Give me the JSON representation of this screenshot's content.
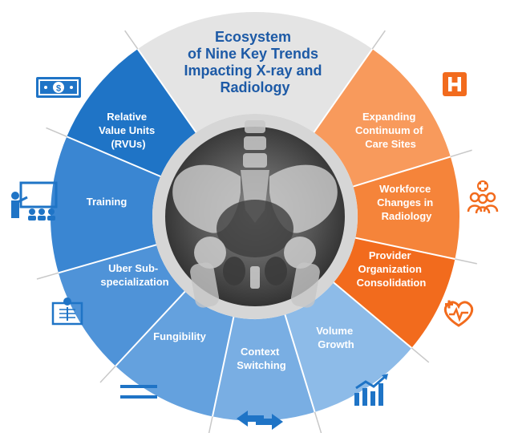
{
  "title": [
    "Ecosystem",
    "of Nine Key Trends",
    "Impacting X-ray and",
    "Radiology"
  ],
  "segments": [
    {
      "id": "rvu",
      "label": [
        "Relative",
        "Value Units",
        "(RVUs)"
      ],
      "color": "#1f74c6",
      "group": "blue"
    },
    {
      "id": "training",
      "label": [
        "Training"
      ],
      "color": "#3a86d2",
      "group": "blue"
    },
    {
      "id": "uber",
      "label": [
        "Uber Sub-",
        "specialization"
      ],
      "color": "#4f93d8",
      "group": "blue"
    },
    {
      "id": "fungibility",
      "label": [
        "Fungibility"
      ],
      "color": "#64a1de",
      "group": "blue"
    },
    {
      "id": "context",
      "label": [
        "Context",
        "Switching"
      ],
      "color": "#79aee3",
      "group": "blue"
    },
    {
      "id": "volume",
      "label": [
        "Volume",
        "Growth"
      ],
      "color": "#8dbbe8",
      "group": "blue"
    },
    {
      "id": "provider",
      "label": [
        "Provider",
        "Organization",
        "Consolidation"
      ],
      "color": "#f26b1d",
      "group": "orange"
    },
    {
      "id": "workforce",
      "label": [
        "Workforce",
        "Changes in",
        "Radiology"
      ],
      "color": "#f5843a",
      "group": "orange"
    },
    {
      "id": "expanding",
      "label": [
        "Expanding",
        "Continuum of",
        "Care Sites"
      ],
      "color": "#f89a5c",
      "group": "orange"
    }
  ],
  "icons": [
    {
      "name": "dollar-bill-icon",
      "color": "#1f74c6"
    },
    {
      "name": "presentation-icon",
      "color": "#1f74c6"
    },
    {
      "name": "xray-viewer-icon",
      "color": "#1f74c6"
    },
    {
      "name": "equals-icon",
      "color": "#1f74c6"
    },
    {
      "name": "swap-arrows-icon",
      "color": "#1f74c6"
    },
    {
      "name": "growth-chart-icon",
      "color": "#1f74c6"
    },
    {
      "name": "heart-plus-icon",
      "color": "#f26b1d"
    },
    {
      "name": "team-icon",
      "color": "#f26b1d"
    },
    {
      "name": "hospital-icon",
      "color": "#f26b1d"
    }
  ],
  "colors": {
    "title_blue": "#1d5aa6",
    "top_gray": "#e4e4e4",
    "inner_ring": "#d4d4d4",
    "xray_dark": "#3a3a3a"
  }
}
